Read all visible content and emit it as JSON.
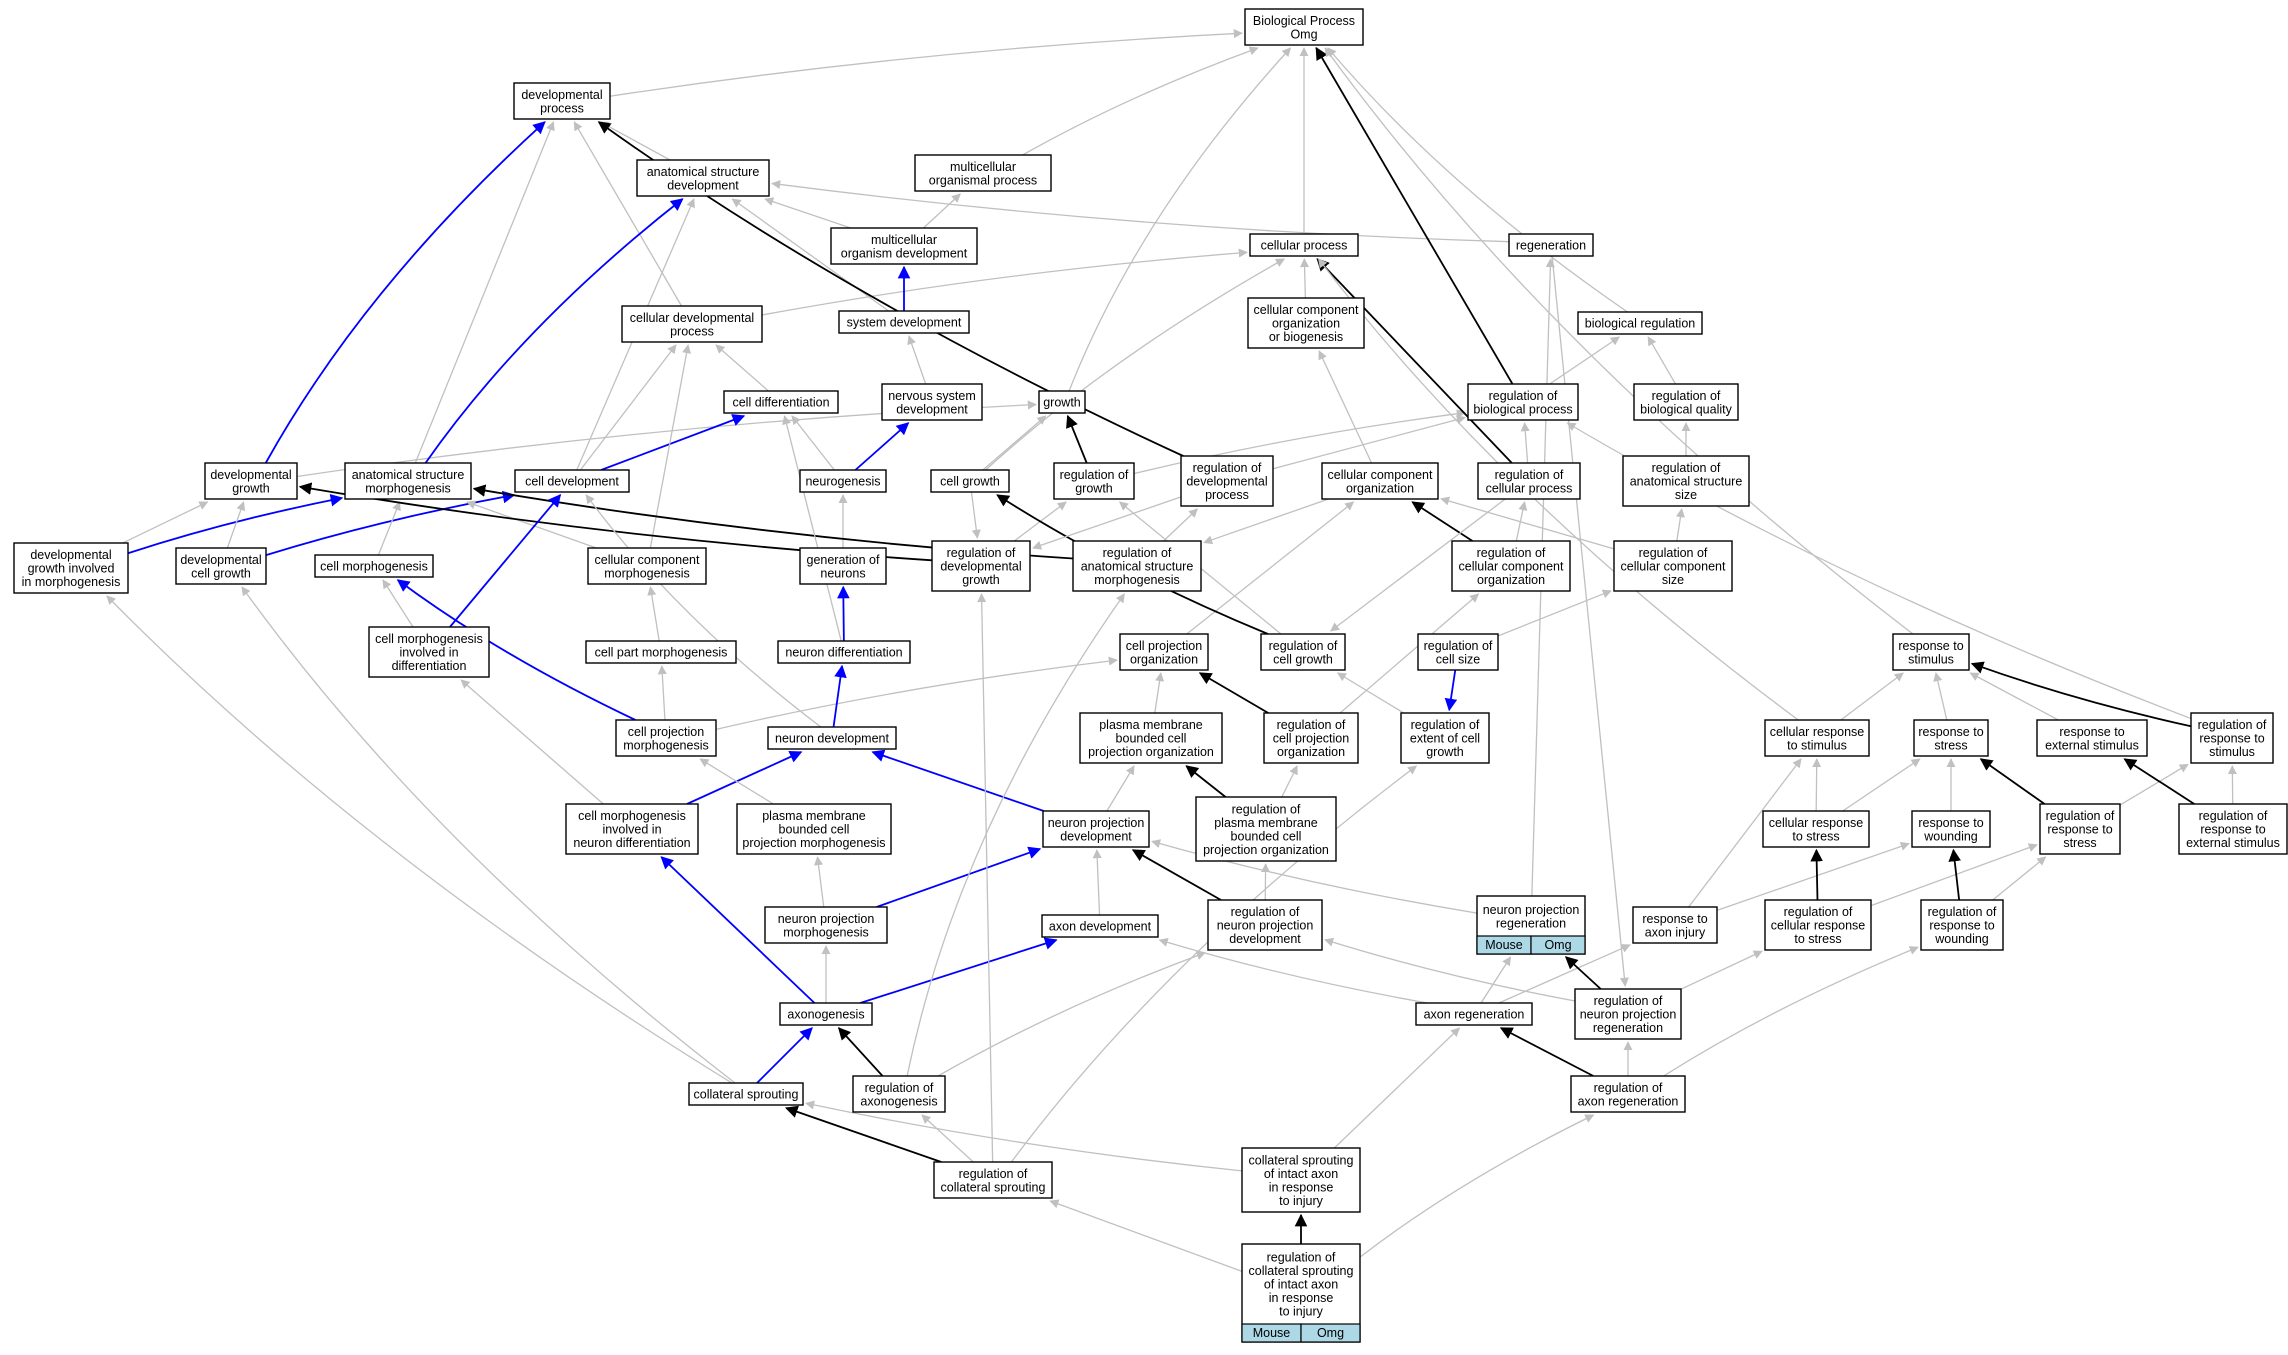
{
  "colors": {
    "gray_edge": "#c0c0c0",
    "black_edge": "#000000",
    "blue_edge": "#0000ff",
    "tab_fill": "#add8e6",
    "node_fill": "#ffffff"
  },
  "nodes": [
    {
      "id": "bp",
      "lines": [
        "Biological Process",
        "Omg"
      ]
    },
    {
      "id": "devproc",
      "lines": [
        "developmental",
        "process"
      ]
    },
    {
      "id": "asd",
      "lines": [
        "anatomical structure",
        "development"
      ]
    },
    {
      "id": "mcop",
      "lines": [
        "multicellular",
        "organismal process"
      ]
    },
    {
      "id": "mcod",
      "lines": [
        "multicellular",
        "organism development"
      ]
    },
    {
      "id": "cellproc",
      "lines": [
        "cellular process"
      ]
    },
    {
      "id": "regen",
      "lines": [
        "regeneration"
      ]
    },
    {
      "id": "cdp",
      "lines": [
        "cellular developmental",
        "process"
      ]
    },
    {
      "id": "sysdev",
      "lines": [
        "system development"
      ]
    },
    {
      "id": "ccob",
      "lines": [
        "cellular component",
        "organization",
        "or biogenesis"
      ]
    },
    {
      "id": "bioreg",
      "lines": [
        "biological regulation"
      ]
    },
    {
      "id": "celldiff",
      "lines": [
        "cell differentiation"
      ]
    },
    {
      "id": "nsd",
      "lines": [
        "nervous system",
        "development"
      ]
    },
    {
      "id": "growth",
      "lines": [
        "growth"
      ]
    },
    {
      "id": "regbp",
      "lines": [
        "regulation of",
        "biological process"
      ]
    },
    {
      "id": "regbq",
      "lines": [
        "regulation of",
        "biological quality"
      ]
    },
    {
      "id": "devgrowth",
      "lines": [
        "developmental",
        "growth"
      ]
    },
    {
      "id": "asm",
      "lines": [
        "anatomical structure",
        "morphogenesis"
      ]
    },
    {
      "id": "celldev",
      "lines": [
        "cell development"
      ]
    },
    {
      "id": "neurogen",
      "lines": [
        "neurogenesis"
      ]
    },
    {
      "id": "cellgrowth",
      "lines": [
        "cell growth"
      ]
    },
    {
      "id": "reggrowth",
      "lines": [
        "regulation of",
        "growth"
      ]
    },
    {
      "id": "regdp",
      "lines": [
        "regulation of",
        "developmental",
        "process"
      ]
    },
    {
      "id": "cco",
      "lines": [
        "cellular component",
        "organization"
      ]
    },
    {
      "id": "regcp",
      "lines": [
        "regulation of",
        "cellular process"
      ]
    },
    {
      "id": "regass",
      "lines": [
        "regulation of",
        "anatomical structure",
        "size"
      ]
    },
    {
      "id": "dgim",
      "lines": [
        "developmental",
        "growth involved",
        "in morphogenesis"
      ]
    },
    {
      "id": "devcg",
      "lines": [
        "developmental",
        "cell growth"
      ]
    },
    {
      "id": "cellmorph",
      "lines": [
        "cell morphogenesis"
      ]
    },
    {
      "id": "ccm",
      "lines": [
        "cellular component",
        "morphogenesis"
      ]
    },
    {
      "id": "genneur",
      "lines": [
        "generation of",
        "neurons"
      ]
    },
    {
      "id": "regdg",
      "lines": [
        "regulation of",
        "developmental",
        "growth"
      ]
    },
    {
      "id": "regasm",
      "lines": [
        "regulation of",
        "anatomical structure",
        "morphogenesis"
      ]
    },
    {
      "id": "regcco",
      "lines": [
        "regulation of",
        "cellular component",
        "organization"
      ]
    },
    {
      "id": "regccs",
      "lines": [
        "regulation of",
        "cellular component",
        "size"
      ]
    },
    {
      "id": "cmid",
      "lines": [
        "cell morphogenesis",
        "involved in",
        "differentiation"
      ]
    },
    {
      "id": "cpm",
      "lines": [
        "cell part morphogenesis"
      ]
    },
    {
      "id": "neurdiff",
      "lines": [
        "neuron differentiation"
      ]
    },
    {
      "id": "cpo",
      "lines": [
        "cell projection",
        "organization"
      ]
    },
    {
      "id": "regcg",
      "lines": [
        "regulation of",
        "cell growth"
      ]
    },
    {
      "id": "regcs",
      "lines": [
        "regulation of",
        "cell size"
      ]
    },
    {
      "id": "rts",
      "lines": [
        "response to",
        "stimulus"
      ]
    },
    {
      "id": "cpmorph",
      "lines": [
        "cell projection",
        "morphogenesis"
      ]
    },
    {
      "id": "neurdev",
      "lines": [
        "neuron development"
      ]
    },
    {
      "id": "pmbcpo",
      "lines": [
        "plasma membrane",
        "bounded cell",
        "projection organization"
      ]
    },
    {
      "id": "regcpo",
      "lines": [
        "regulation of",
        "cell projection",
        "organization"
      ]
    },
    {
      "id": "regecg",
      "lines": [
        "regulation of",
        "extent of cell",
        "growth"
      ]
    },
    {
      "id": "crts",
      "lines": [
        "cellular response",
        "to stimulus"
      ]
    },
    {
      "id": "rtstress",
      "lines": [
        "response to",
        "stress"
      ]
    },
    {
      "id": "rtes",
      "lines": [
        "response to",
        "external stimulus"
      ]
    },
    {
      "id": "regrts",
      "lines": [
        "regulation of",
        "response to",
        "stimulus"
      ]
    },
    {
      "id": "cmind",
      "lines": [
        "cell morphogenesis",
        "involved in",
        "neuron differentiation"
      ]
    },
    {
      "id": "pmbcpm",
      "lines": [
        "plasma membrane",
        "bounded cell",
        "projection morphogenesis"
      ]
    },
    {
      "id": "npd",
      "lines": [
        "neuron projection",
        "development"
      ]
    },
    {
      "id": "regpmbcpo",
      "lines": [
        "regulation of",
        "plasma membrane",
        "bounded cell",
        "projection organization"
      ]
    },
    {
      "id": "crtstress",
      "lines": [
        "cellular response",
        "to stress"
      ]
    },
    {
      "id": "rtw",
      "lines": [
        "response to",
        "wounding"
      ]
    },
    {
      "id": "regrtstress",
      "lines": [
        "regulation of",
        "response to",
        "stress"
      ]
    },
    {
      "id": "regrtes",
      "lines": [
        "regulation of",
        "response to",
        "external stimulus"
      ]
    },
    {
      "id": "npm",
      "lines": [
        "neuron projection",
        "morphogenesis"
      ]
    },
    {
      "id": "axdev",
      "lines": [
        "axon development"
      ]
    },
    {
      "id": "regnpd",
      "lines": [
        "regulation of",
        "neuron projection",
        "development"
      ]
    },
    {
      "id": "npr",
      "lines": [
        "neuron projection",
        "regeneration"
      ],
      "tabs": [
        "Mouse",
        "Omg"
      ]
    },
    {
      "id": "rtai",
      "lines": [
        "response to",
        "axon injury"
      ]
    },
    {
      "id": "regcrts",
      "lines": [
        "regulation of",
        "cellular response",
        "to stress"
      ]
    },
    {
      "id": "regrtw",
      "lines": [
        "regulation of",
        "response to",
        "wounding"
      ]
    },
    {
      "id": "axonogen",
      "lines": [
        "axonogenesis"
      ]
    },
    {
      "id": "axregen",
      "lines": [
        "axon regeneration"
      ]
    },
    {
      "id": "regnpr",
      "lines": [
        "regulation of",
        "neuron projection",
        "regeneration"
      ]
    },
    {
      "id": "collspr",
      "lines": [
        "collateral sprouting"
      ]
    },
    {
      "id": "regaxgen",
      "lines": [
        "regulation of",
        "axonogenesis"
      ]
    },
    {
      "id": "regaxregen",
      "lines": [
        "regulation of",
        "axon regeneration"
      ]
    },
    {
      "id": "regcollspr",
      "lines": [
        "regulation of",
        "collateral sprouting"
      ]
    },
    {
      "id": "csia",
      "lines": [
        "collateral sprouting",
        "of intact axon",
        "in response",
        "to injury"
      ]
    },
    {
      "id": "regcsia",
      "lines": [
        "regulation of",
        "collateral sprouting",
        "of intact axon",
        "in response",
        "to injury"
      ],
      "tabs": [
        "Mouse",
        "Omg"
      ]
    }
  ],
  "edges": [
    [
      "devproc",
      "bp",
      "gray"
    ],
    [
      "asd",
      "devproc",
      "gray"
    ],
    [
      "mcop",
      "bp",
      "gray"
    ],
    [
      "mcod",
      "mcop",
      "gray"
    ],
    [
      "mcod",
      "asd",
      "gray"
    ],
    [
      "cellproc",
      "bp",
      "gray"
    ],
    [
      "regen",
      "asd",
      "gray"
    ],
    [
      "cdp",
      "devproc",
      "gray"
    ],
    [
      "cdp",
      "cellproc",
      "gray"
    ],
    [
      "sysdev",
      "mcod",
      "blue"
    ],
    [
      "sysdev",
      "asd",
      "gray"
    ],
    [
      "ccob",
      "cellproc",
      "gray"
    ],
    [
      "bioreg",
      "bp",
      "gray"
    ],
    [
      "celldiff",
      "cdp",
      "gray"
    ],
    [
      "nsd",
      "sysdev",
      "gray"
    ],
    [
      "growth",
      "bp",
      "gray"
    ],
    [
      "regbp",
      "bp",
      "black"
    ],
    [
      "regbp",
      "bioreg",
      "gray"
    ],
    [
      "regbq",
      "bioreg",
      "gray"
    ],
    [
      "devgrowth",
      "devproc",
      "blue"
    ],
    [
      "devgrowth",
      "growth",
      "gray"
    ],
    [
      "asm",
      "asd",
      "blue"
    ],
    [
      "asm",
      "devproc",
      "gray"
    ],
    [
      "celldev",
      "celldiff",
      "blue"
    ],
    [
      "celldev",
      "cdp",
      "gray"
    ],
    [
      "celldev",
      "asd",
      "gray"
    ],
    [
      "neurogen",
      "celldiff",
      "gray"
    ],
    [
      "neurogen",
      "nsd",
      "blue"
    ],
    [
      "cellgrowth",
      "growth",
      "gray"
    ],
    [
      "cellgrowth",
      "cellproc",
      "gray"
    ],
    [
      "reggrowth",
      "growth",
      "black"
    ],
    [
      "reggrowth",
      "regbp",
      "gray"
    ],
    [
      "regdp",
      "devproc",
      "black"
    ],
    [
      "regdp",
      "regbp",
      "gray"
    ],
    [
      "cco",
      "ccob",
      "gray"
    ],
    [
      "regcp",
      "cellproc",
      "black"
    ],
    [
      "regcp",
      "regbp",
      "gray"
    ],
    [
      "regass",
      "regbq",
      "gray"
    ],
    [
      "dgim",
      "devgrowth",
      "gray"
    ],
    [
      "dgim",
      "asm",
      "blue"
    ],
    [
      "devcg",
      "devgrowth",
      "gray"
    ],
    [
      "devcg",
      "celldev",
      "blue"
    ],
    [
      "cellmorph",
      "asm",
      "gray"
    ],
    [
      "ccm",
      "asm",
      "gray"
    ],
    [
      "ccm",
      "cdp",
      "gray"
    ],
    [
      "genneur",
      "neurogen",
      "gray"
    ],
    [
      "regdg",
      "devgrowth",
      "black"
    ],
    [
      "regdg",
      "reggrowth",
      "gray"
    ],
    [
      "regasm",
      "asm",
      "black"
    ],
    [
      "regasm",
      "regdp",
      "gray"
    ],
    [
      "regcco",
      "cco",
      "black"
    ],
    [
      "regcco",
      "regcp",
      "gray"
    ],
    [
      "regccs",
      "regass",
      "gray"
    ],
    [
      "regccs",
      "cco",
      "gray"
    ],
    [
      "cmid",
      "cellmorph",
      "gray"
    ],
    [
      "cmid",
      "celldev",
      "blue"
    ],
    [
      "cpm",
      "ccm",
      "gray"
    ],
    [
      "neurdiff",
      "genneur",
      "blue"
    ],
    [
      "neurdiff",
      "celldiff",
      "gray"
    ],
    [
      "cpo",
      "cco",
      "gray"
    ],
    [
      "regcg",
      "cellgrowth",
      "black"
    ],
    [
      "regcg",
      "reggrowth",
      "gray"
    ],
    [
      "regcs",
      "regecg",
      "blue"
    ],
    [
      "regcs",
      "regccs",
      "gray"
    ],
    [
      "rts",
      "bp",
      "gray"
    ],
    [
      "cpmorph",
      "cellmorph",
      "blue"
    ],
    [
      "cpmorph",
      "cpm",
      "gray"
    ],
    [
      "cpmorph",
      "cpo",
      "gray"
    ],
    [
      "neurdev",
      "neurdiff",
      "blue"
    ],
    [
      "neurdev",
      "celldev",
      "gray"
    ],
    [
      "pmbcpo",
      "cpo",
      "gray"
    ],
    [
      "regcpo",
      "cpo",
      "black"
    ],
    [
      "regcpo",
      "regcco",
      "gray"
    ],
    [
      "regecg",
      "regcg",
      "gray"
    ],
    [
      "crts",
      "rts",
      "gray"
    ],
    [
      "crts",
      "cellproc",
      "gray"
    ],
    [
      "rtstress",
      "rts",
      "gray"
    ],
    [
      "rtes",
      "rts",
      "gray"
    ],
    [
      "regrts",
      "rts",
      "black"
    ],
    [
      "regrts",
      "regbp",
      "gray"
    ],
    [
      "cmind",
      "neurdev",
      "blue"
    ],
    [
      "cmind",
      "cmid",
      "gray"
    ],
    [
      "pmbcpm",
      "cpmorph",
      "gray"
    ],
    [
      "npd",
      "neurdev",
      "blue"
    ],
    [
      "npd",
      "pmbcpo",
      "gray"
    ],
    [
      "regpmbcpo",
      "pmbcpo",
      "black"
    ],
    [
      "regpmbcpo",
      "regcpo",
      "gray"
    ],
    [
      "crtstress",
      "crts",
      "gray"
    ],
    [
      "crtstress",
      "rtstress",
      "gray"
    ],
    [
      "rtw",
      "rtstress",
      "gray"
    ],
    [
      "regrtstress",
      "rtstress",
      "black"
    ],
    [
      "regrtstress",
      "regrts",
      "gray"
    ],
    [
      "regrtes",
      "rtes",
      "black"
    ],
    [
      "regrtes",
      "regrts",
      "gray"
    ],
    [
      "npm",
      "npd",
      "blue"
    ],
    [
      "npm",
      "pmbcpm",
      "gray"
    ],
    [
      "axdev",
      "npd",
      "gray"
    ],
    [
      "regnpd",
      "npd",
      "black"
    ],
    [
      "regnpd",
      "regpmbcpo",
      "gray"
    ],
    [
      "npr",
      "regen",
      "gray"
    ],
    [
      "npr",
      "npd",
      "gray"
    ],
    [
      "rtai",
      "crts",
      "gray"
    ],
    [
      "rtai",
      "rtw",
      "gray"
    ],
    [
      "regcrts",
      "crtstress",
      "black"
    ],
    [
      "regcrts",
      "regrtstress",
      "gray"
    ],
    [
      "regrtw",
      "rtw",
      "black"
    ],
    [
      "regrtw",
      "regrtstress",
      "gray"
    ],
    [
      "axonogen",
      "axdev",
      "blue"
    ],
    [
      "axonogen",
      "cmind",
      "blue"
    ],
    [
      "axonogen",
      "npm",
      "gray"
    ],
    [
      "axregen",
      "npr",
      "gray"
    ],
    [
      "axregen",
      "axdev",
      "gray"
    ],
    [
      "axregen",
      "rtai",
      "gray"
    ],
    [
      "regnpr",
      "npr",
      "black"
    ],
    [
      "regnpr",
      "regnpd",
      "gray"
    ],
    [
      "regnpr",
      "regcrts",
      "gray"
    ],
    [
      "collspr",
      "axonogen",
      "blue"
    ],
    [
      "collspr",
      "devcg",
      "gray"
    ],
    [
      "collspr",
      "dgim",
      "gray"
    ],
    [
      "regaxgen",
      "axonogen",
      "black"
    ],
    [
      "regaxgen",
      "regnpd",
      "gray"
    ],
    [
      "regaxgen",
      "regasm",
      "gray"
    ],
    [
      "regaxregen",
      "axregen",
      "black"
    ],
    [
      "regaxregen",
      "regnpr",
      "gray"
    ],
    [
      "regaxregen",
      "regrtw",
      "gray"
    ],
    [
      "regcollspr",
      "collspr",
      "black"
    ],
    [
      "regcollspr",
      "regaxgen",
      "gray"
    ],
    [
      "regcollspr",
      "regdg",
      "gray"
    ],
    [
      "regcollspr",
      "regecg",
      "gray"
    ],
    [
      "csia",
      "collspr",
      "gray"
    ],
    [
      "csia",
      "axregen",
      "gray"
    ],
    [
      "regcsia",
      "csia",
      "black"
    ],
    [
      "regcsia",
      "regcollspr",
      "gray"
    ],
    [
      "regcsia",
      "regaxregen",
      "gray"
    ],
    [
      "regdp",
      "regdg",
      "gray"
    ],
    [
      "regcp",
      "regcg",
      "gray"
    ],
    [
      "regen",
      "regnpr",
      "gray"
    ],
    [
      "cellgrowth",
      "regdg",
      "gray"
    ],
    [
      "cco",
      "regasm",
      "gray"
    ]
  ]
}
